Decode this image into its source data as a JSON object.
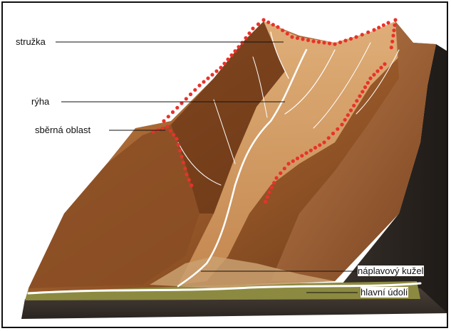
{
  "labels": {
    "struzka": "stružka",
    "ryha": "rýha",
    "sberna_oblast": "sběrná oblast",
    "naplavovy_kuzel": "náplavový kužel",
    "hlavni_udoli": "hlavní údolí"
  },
  "colors": {
    "ridge_dots": "#e8322a",
    "terrain_light": "#d9a36a",
    "terrain_mid": "#b0713a",
    "terrain_dark": "#5a2e14",
    "side_face": "#2a2521",
    "water": "#ffffff",
    "valley_floor": "#8a8a3a"
  }
}
